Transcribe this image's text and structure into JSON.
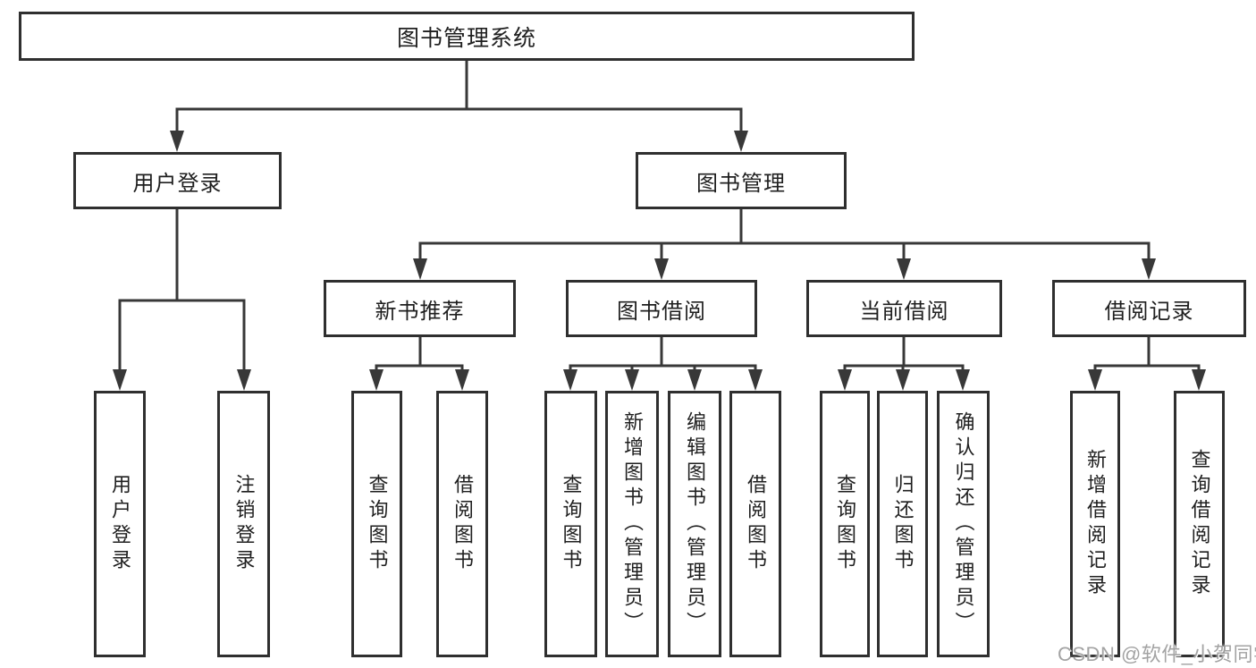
{
  "diagram": {
    "title_node": "图书管理系统",
    "colors": {
      "line": "#383838",
      "box_border": "#2f2f2f",
      "box_fill": "#ffffff",
      "text": "#1f1f1f"
    },
    "root": {
      "label": "图书管理系统"
    },
    "level2": [
      {
        "label": "用户登录"
      },
      {
        "label": "图书管理"
      }
    ],
    "level3": [
      {
        "label": "新书推荐",
        "parent": "图书管理"
      },
      {
        "label": "图书借阅",
        "parent": "图书管理"
      },
      {
        "label": "当前借阅",
        "parent": "图书管理"
      },
      {
        "label": "借阅记录",
        "parent": "图书管理"
      }
    ],
    "leaves": [
      {
        "label": "用户登录",
        "parent": "用户登录"
      },
      {
        "label": "注销登录",
        "parent": "用户登录"
      },
      {
        "label": "查询图书",
        "parent": "新书推荐"
      },
      {
        "label": "借阅图书",
        "parent": "新书推荐"
      },
      {
        "label": "查询图书",
        "parent": "图书借阅"
      },
      {
        "label": "新增图书（管理员）",
        "parent": "图书借阅"
      },
      {
        "label": "编辑图书（管理员）",
        "parent": "图书借阅"
      },
      {
        "label": "借阅图书",
        "parent": "图书借阅"
      },
      {
        "label": "查询图书",
        "parent": "当前借阅"
      },
      {
        "label": "归还图书",
        "parent": "当前借阅"
      },
      {
        "label": "确认归还（管理员）",
        "parent": "当前借阅"
      },
      {
        "label": "新增借阅记录",
        "parent": "借阅记录"
      },
      {
        "label": "查询借阅记录",
        "parent": "借阅记录"
      }
    ]
  },
  "watermark": {
    "text": "CSDN @软件_小贺同学",
    "color": "#a3a3a3"
  }
}
